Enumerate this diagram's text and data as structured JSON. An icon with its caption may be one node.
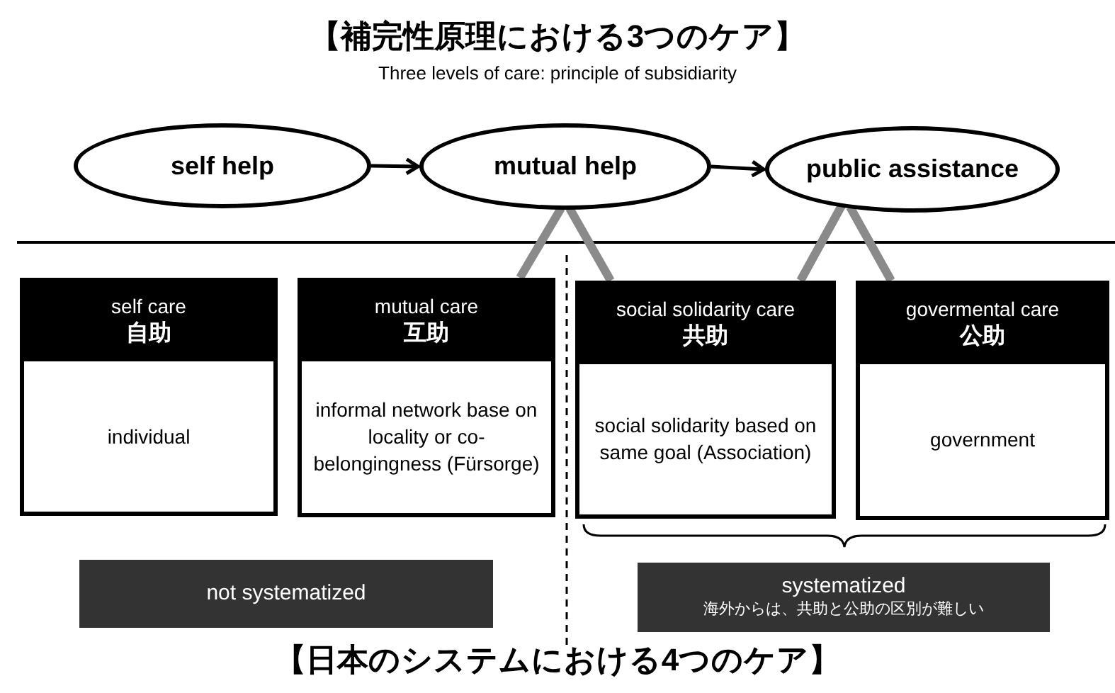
{
  "diagram": {
    "title": "【補完性原理における3つのケア】",
    "caption": "【日本のシステムにおける4つのケア】",
    "nodes": [
      {
        "text": [
          "self help"
        ]
      },
      {
        "text": [
          "mutual help"
        ]
      },
      {
        "text": [
          "public assistance"
        ]
      },
      {
        "text": [
          "self care",
          "自助",
          "individual"
        ]
      },
      {
        "text": [
          "mutual care",
          "互助",
          "informal network base on locality or co-belongingness (Fürsorge)"
        ]
      },
      {
        "text": [
          "social solidarity care",
          "共助",
          "social solidarity based on same goal (Association)"
        ]
      },
      {
        "text": [
          "govermental care",
          "公助",
          "government"
        ]
      },
      {
        "text": [
          "not systematized"
        ]
      },
      {
        "text": [
          "systematized",
          "海外からは、共助と公助の区別が難しい"
        ]
      }
    ],
    "edges": [
      {
        "from": 0,
        "to": 1,
        "arrow": "to",
        "color": "#000000"
      },
      {
        "from": 1,
        "to": 2,
        "arrow": "to",
        "color": "#000000"
      },
      {
        "from": 1,
        "to": 4,
        "arrow": "none"
      },
      {
        "from": 1,
        "to": 5,
        "arrow": "none"
      },
      {
        "from": 2,
        "to": 5,
        "arrow": "none"
      },
      {
        "from": 2,
        "to": 6,
        "arrow": "none"
      }
    ],
    "labels": [
      "Three levels of care: principle of subsidiarity"
    ]
  }
}
